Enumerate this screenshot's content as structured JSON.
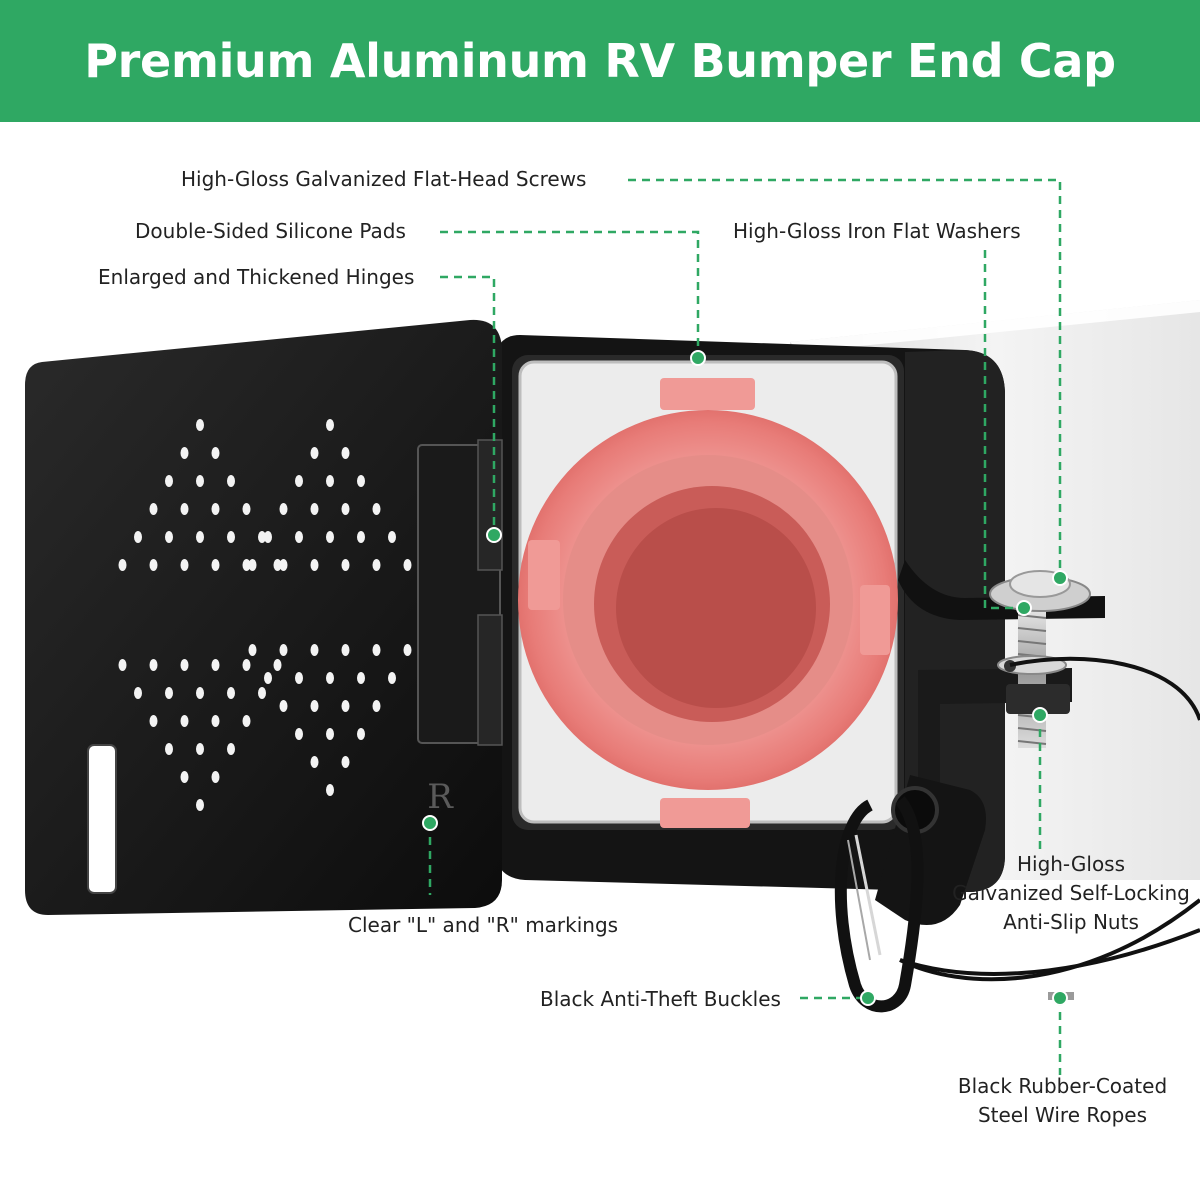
{
  "title": "Premium Aluminum RV Bumper End Cap",
  "accent_color": "#2fa863",
  "callouts": {
    "screws": "High-Gloss Galvanized Flat-Head Screws",
    "pads": "Double-Sided Silicone Pads",
    "hinges": "Enlarged and Thickened Hinges",
    "washers": "High-Gloss Iron Flat Washers",
    "markings": "Clear \"L\" and \"R\" markings",
    "nuts_line1": "High-Gloss",
    "nuts_line2": "Galvanized Self-Locking",
    "nuts_line3": "Anti-Slip Nuts",
    "buckles": "Black Anti-Theft Buckles",
    "ropes_line1": "Black Rubber-Coated",
    "ropes_line2": "Steel Wire Ropes"
  },
  "lid_marking": "R"
}
